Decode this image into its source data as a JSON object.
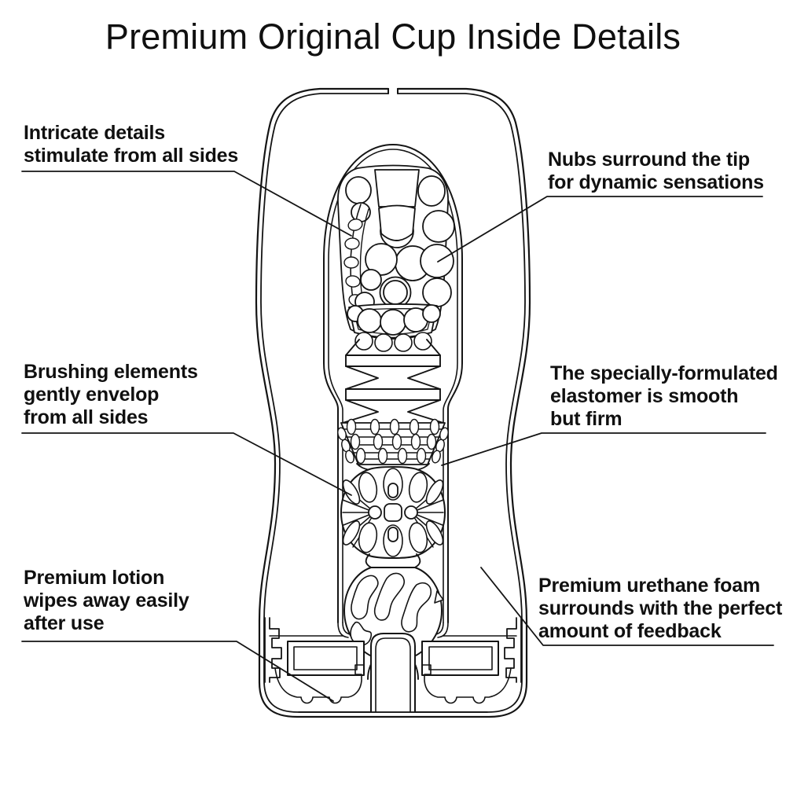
{
  "title": "Premium Original Cup Inside Details",
  "colors": {
    "ink": "#141414",
    "background": "#ffffff"
  },
  "callouts": [
    {
      "id": "intricate-details",
      "side": "left",
      "lines": [
        "Intricate details",
        "stimulate from all sides"
      ]
    },
    {
      "id": "nubs-tip",
      "side": "right",
      "lines": [
        "Nubs surround the tip",
        "for dynamic sensations"
      ]
    },
    {
      "id": "brushing-elements",
      "side": "left",
      "lines": [
        "Brushing elements",
        "gently envelop",
        "from all sides"
      ]
    },
    {
      "id": "elastomer",
      "side": "right",
      "lines": [
        "The specially-formulated",
        "elastomer is smooth",
        "but firm"
      ]
    },
    {
      "id": "premium-lotion",
      "side": "left",
      "lines": [
        "Premium lotion",
        "wipes away easily",
        "after use"
      ]
    },
    {
      "id": "urethane-foam",
      "side": "right",
      "lines": [
        "Premium urethane foam",
        "surrounds with the perfect",
        "amount of feedback"
      ]
    }
  ]
}
